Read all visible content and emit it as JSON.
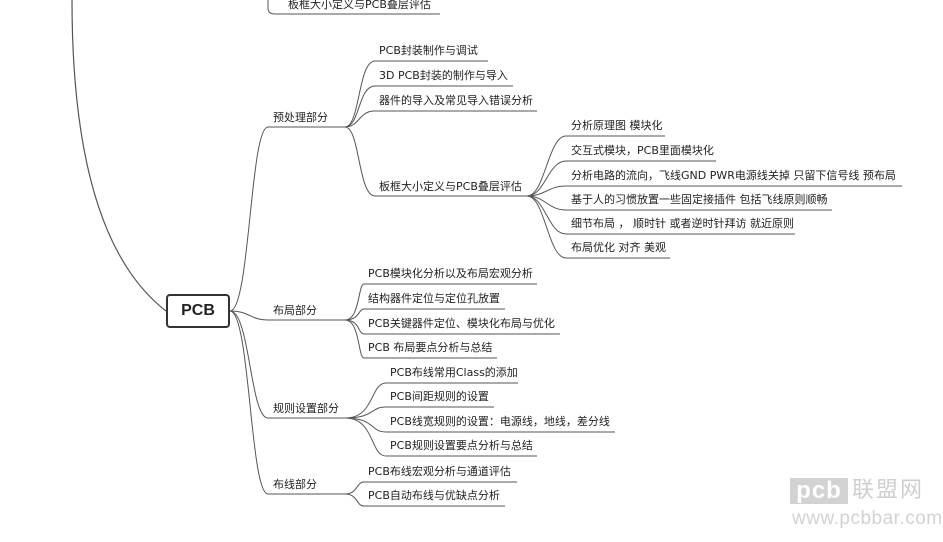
{
  "central": "PCB",
  "top_partial": "板框大小定义与PCB叠层评估",
  "branches": [
    {
      "label": "预处理部分",
      "children": [
        {
          "label": "PCB封装制作与调试"
        },
        {
          "label": "3D PCB封装的制作与导入"
        },
        {
          "label": "器件的导入及常见导入错误分析"
        },
        {
          "label": "板框大小定义与PCB叠层评估",
          "children": [
            {
              "label": "分析原理图 模块化"
            },
            {
              "label": "交互式模块，PCB里面模块化"
            },
            {
              "label": "分析电路的流向，飞线GND PWR电源线关掉 只留下信号线  预布局"
            },
            {
              "label": "基于人的习惯放置一些固定接插件 包括飞线原则顺畅"
            },
            {
              "label": "细节布局 ， 顺时针 或者逆时针拜访 就近原则"
            },
            {
              "label": "布局优化 对齐 美观"
            }
          ]
        }
      ]
    },
    {
      "label": "布局部分",
      "children": [
        {
          "label": "PCB模块化分析以及布局宏观分析"
        },
        {
          "label": "结构器件定位与定位孔放置"
        },
        {
          "label": "PCB关键器件定位、模块化布局与优化"
        },
        {
          "label": "PCB 布局要点分析与总结"
        }
      ]
    },
    {
      "label": "规则设置部分",
      "children": [
        {
          "label": "PCB布线常用Class的添加"
        },
        {
          "label": "PCB间距规则的设置"
        },
        {
          "label": "PCB线宽规则的设置：电源线，地线，差分线"
        },
        {
          "label": "PCB规则设置要点分析与总结"
        }
      ]
    },
    {
      "label": "布线部分",
      "children": [
        {
          "label": "PCB布线宏观分析与通道评估"
        },
        {
          "label": "PCB自动布线与优缺点分析"
        }
      ]
    }
  ],
  "watermark": {
    "logo": "pcb",
    "name": "联盟网",
    "url": "www.pcbbar.com"
  },
  "colors": {
    "line": "#555555",
    "text": "#222222",
    "watermark": "#d0d0d0"
  }
}
